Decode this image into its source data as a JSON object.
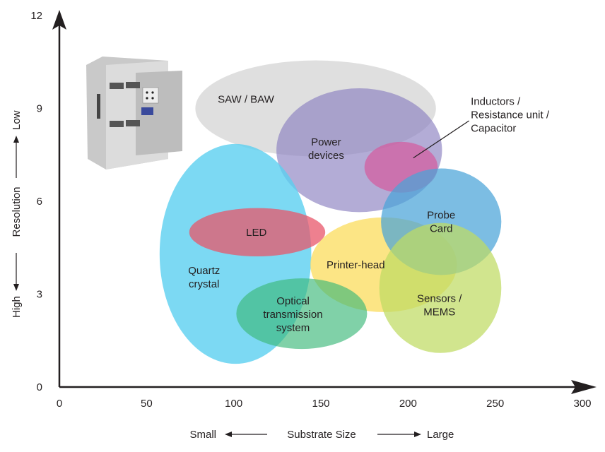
{
  "chart_data": {
    "type": "bubble-ellipse",
    "title": "",
    "xlabel": {
      "left": "Small",
      "center": "Substrate Size",
      "right": "Large"
    },
    "ylabel": {
      "bottom": "High",
      "center": "Resolution",
      "top": "Low"
    },
    "xlim": [
      0,
      300
    ],
    "ylim": [
      0,
      12
    ],
    "xticks": [
      "0",
      "50",
      "100",
      "150",
      "200",
      "250",
      "300"
    ],
    "yticks": [
      "0",
      "3",
      "6",
      "9",
      "12"
    ],
    "grid": false,
    "regions": [
      {
        "name": "SAW / BAW",
        "label": [
          "SAW / BAW"
        ],
        "cx": 147,
        "cy": 9.0,
        "rx": 69,
        "ry": 1.55,
        "color": "#d4d4d4",
        "opacity": 0.75,
        "label_at": [
          107,
          9.3
        ]
      },
      {
        "name": "Power devices",
        "label": [
          "Power",
          "devices"
        ],
        "cx": 172,
        "cy": 7.65,
        "rx": 47.5,
        "ry": 2.0,
        "color": "#8a80c0",
        "opacity": 0.65,
        "label_at": [
          153,
          7.7
        ]
      },
      {
        "name": "Inductors / Resistance unit / Capacitor",
        "label": [
          "Inductors /",
          "Resistance unit /",
          "Capacitor"
        ],
        "cx": 196,
        "cy": 7.1,
        "rx": 21,
        "ry": 0.82,
        "color": "#d35fa0",
        "opacity": 0.75,
        "label_at": [
          236,
          8.8
        ]
      },
      {
        "name": "Quartz crystal",
        "label": [
          "Quartz",
          "crystal"
        ],
        "cx": 101,
        "cy": 4.3,
        "rx": 43.5,
        "ry": 3.55,
        "color": "#5bd0f0",
        "opacity": 0.8,
        "label_at": [
          83,
          3.55
        ]
      },
      {
        "name": "LED",
        "label": [
          "LED"
        ],
        "cx": 113.5,
        "cy": 5.0,
        "rx": 39,
        "ry": 0.78,
        "color": "#e8566a",
        "opacity": 0.75,
        "label_at": [
          113,
          5.0
        ]
      },
      {
        "name": "Printer-head",
        "label": [
          "Printer-head"
        ],
        "cx": 186,
        "cy": 3.95,
        "rx": 42,
        "ry": 1.53,
        "color": "#fbe170",
        "opacity": 0.85,
        "label_at": [
          170,
          3.95
        ]
      },
      {
        "name": "Probe Card",
        "label": [
          "Probe",
          "Card"
        ],
        "cx": 219,
        "cy": 5.34,
        "rx": 34.5,
        "ry": 1.72,
        "color": "#4aa3d8",
        "opacity": 0.72,
        "label_at": [
          219,
          5.34
        ]
      },
      {
        "name": "Sensors / MEMS",
        "label": [
          "Sensors /",
          "MEMS"
        ],
        "cx": 218.5,
        "cy": 3.2,
        "rx": 35,
        "ry": 2.1,
        "color": "#bfdb62",
        "opacity": 0.72,
        "label_at": [
          218,
          2.65
        ]
      },
      {
        "name": "Optical transmission system",
        "label": [
          "Optical",
          "transmission",
          "system"
        ],
        "cx": 139,
        "cy": 2.37,
        "rx": 37.5,
        "ry": 1.14,
        "color": "#3cb87a",
        "opacity": 0.65,
        "label_at": [
          134,
          2.35
        ]
      }
    ],
    "annotations": [
      {
        "text": "Inductors / Resistance unit / Capacitor",
        "leader_from": [
          203,
          7.4
        ],
        "leader_to": [
          235,
          8.6
        ]
      }
    ],
    "image": "wafer-processing-machine"
  }
}
